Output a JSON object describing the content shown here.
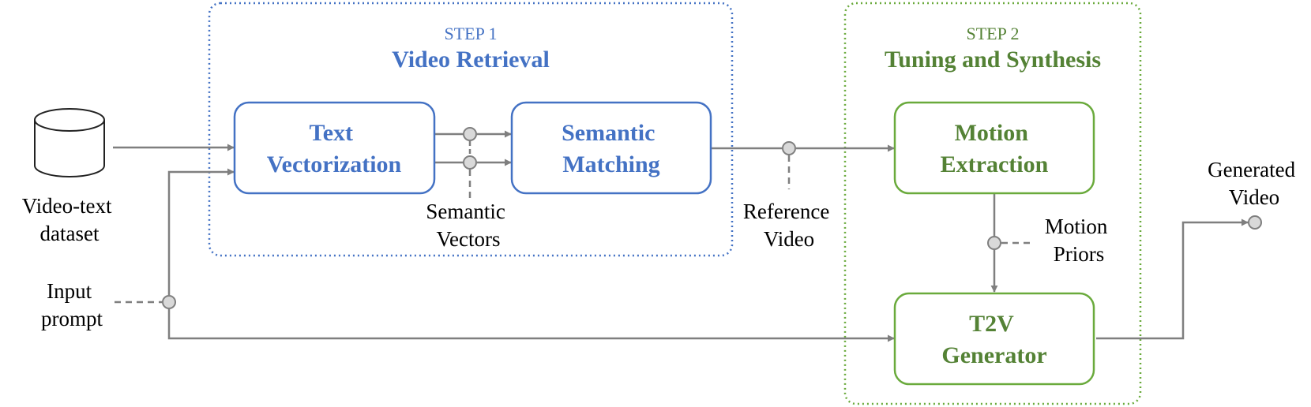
{
  "colors": {
    "blue": "#4472c4",
    "green": "#6aaa3c",
    "green_text": "#548235",
    "line": "#7f7f7f",
    "node_fill": "#d9d9d9"
  },
  "step1": {
    "label": "STEP 1",
    "title": "Video Retrieval",
    "text_vectorization": [
      "Text",
      "Vectorization"
    ],
    "semantic_matching": [
      "Semantic",
      "Matching"
    ],
    "semantic_vectors": [
      "Semantic",
      "Vectors"
    ]
  },
  "step2": {
    "label": "STEP 2",
    "title": "Tuning and Synthesis",
    "motion_extraction": [
      "Motion",
      "Extraction"
    ],
    "t2v_generator": [
      "T2V",
      "Generator"
    ],
    "motion_priors": [
      "Motion",
      "Priors"
    ]
  },
  "inputs": {
    "dataset": [
      "Video-text",
      "dataset"
    ],
    "prompt": [
      "Input",
      "prompt"
    ]
  },
  "reference_video": [
    "Reference",
    "Video"
  ],
  "generated_video": [
    "Generated",
    "Video"
  ]
}
